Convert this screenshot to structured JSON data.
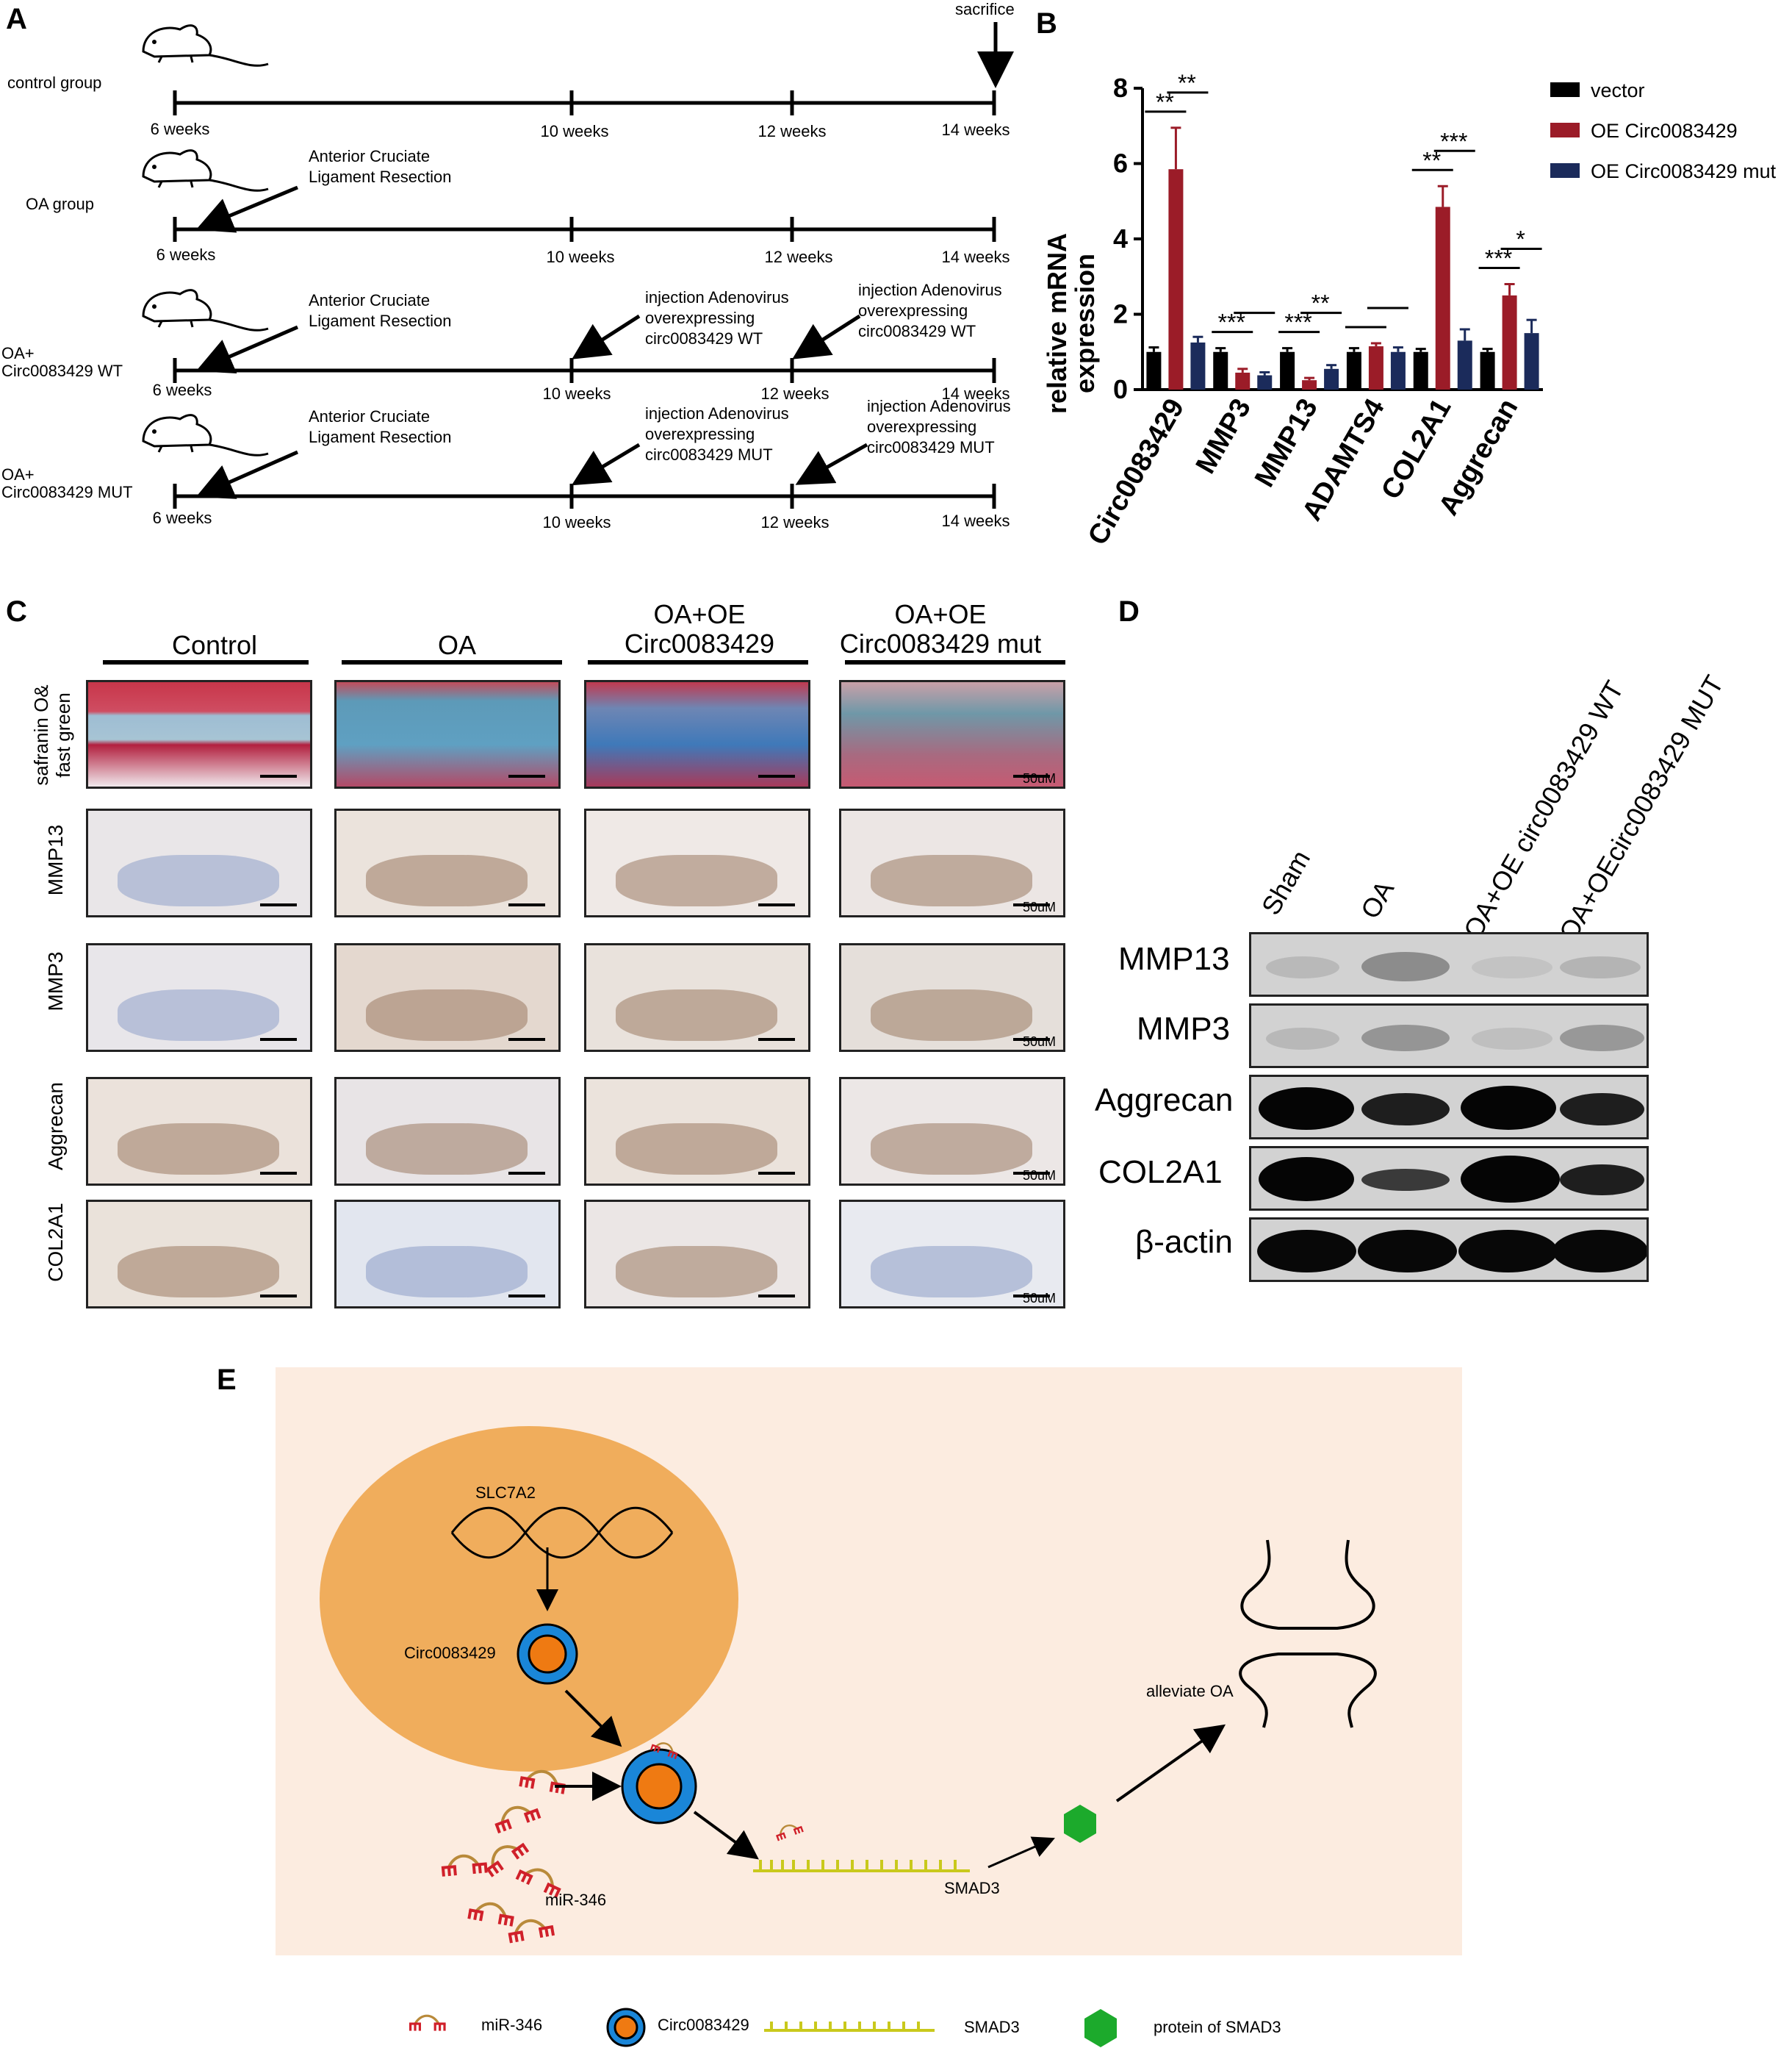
{
  "panels": {
    "a": "A",
    "b": "B",
    "c": "C",
    "d": "D",
    "e": "E"
  },
  "panel_a": {
    "sacrifice": "sacrifice",
    "groups": [
      {
        "name": "control group",
        "weeks": [
          "6 weeks",
          "10 weeks",
          "12 weeks",
          "14 weeks"
        ]
      },
      {
        "name": "OA group",
        "surgery": [
          "Anterior Cruciate",
          "Ligament Resection"
        ],
        "weeks": [
          "6 weeks",
          "10 weeks",
          "12 weeks",
          "14 weeks"
        ]
      },
      {
        "name": [
          "OA+",
          "Circ0083429 WT"
        ],
        "surgery": [
          "Anterior Cruciate",
          "Ligament Resection"
        ],
        "inj1": [
          "injection Adenovirus",
          "overexpressing",
          "circ0083429 WT"
        ],
        "inj2": [
          "injection Adenovirus",
          "overexpressing",
          "circ0083429 WT"
        ],
        "weeks": [
          "6 weeks",
          "10 weeks",
          "12 weeks",
          "14 weeks"
        ]
      },
      {
        "name": [
          "OA+",
          "Circ0083429 MUT"
        ],
        "surgery": [
          "Anterior Cruciate",
          "Ligament Resection"
        ],
        "inj1": [
          "injection Adenovirus",
          "overexpressing",
          "circ0083429 MUT"
        ],
        "inj2": [
          "injection Adenovirus",
          "overexpressing",
          "circ0083429 MUT"
        ],
        "weeks": [
          "6 weeks",
          "10 weeks",
          "12 weeks",
          "14 weeks"
        ]
      }
    ]
  },
  "chart_data": {
    "type": "bar",
    "title": "",
    "xlabel": "",
    "ylabel": "relative mRNA expression",
    "ylim": [
      0,
      8
    ],
    "yticks": [
      "0",
      "2",
      "4",
      "6",
      "8"
    ],
    "categories": [
      "Circ0083429",
      "MMP3",
      "MMP13",
      "ADAMTS4",
      "COL2A1",
      "Aggrecan"
    ],
    "series": [
      {
        "name": "vector",
        "color": "#000000",
        "values": [
          1.0,
          1.0,
          1.0,
          1.0,
          1.0,
          1.0
        ],
        "err": [
          0.12,
          0.1,
          0.1,
          0.1,
          0.08,
          0.08
        ]
      },
      {
        "name": "OE Circ0083429",
        "color": "#9b1c28",
        "values": [
          5.85,
          0.45,
          0.25,
          1.15,
          4.85,
          2.5
        ],
        "err": [
          1.1,
          0.1,
          0.06,
          0.08,
          0.55,
          0.3
        ]
      },
      {
        "name": "OE Circ0083429 mut",
        "color": "#1b2b5b",
        "values": [
          1.25,
          0.38,
          0.55,
          1.0,
          1.3,
          1.5
        ],
        "err": [
          0.15,
          0.08,
          0.1,
          0.12,
          0.3,
          0.35
        ]
      }
    ],
    "significance": [
      {
        "cat": 0,
        "pair": "vs",
        "label": "**"
      },
      {
        "cat": 0,
        "pair": "om",
        "label": "**"
      },
      {
        "cat": 1,
        "pair": "vs",
        "label": "***"
      },
      {
        "cat": 1,
        "pair": "om",
        "label": ""
      },
      {
        "cat": 2,
        "pair": "vs",
        "label": "***"
      },
      {
        "cat": 2,
        "pair": "om",
        "label": "**"
      },
      {
        "cat": 3,
        "pair": "vs",
        "label": ""
      },
      {
        "cat": 3,
        "pair": "om",
        "label": ""
      },
      {
        "cat": 4,
        "pair": "vs",
        "label": "**"
      },
      {
        "cat": 4,
        "pair": "om",
        "label": "***"
      },
      {
        "cat": 5,
        "pair": "vs",
        "label": "***"
      },
      {
        "cat": 5,
        "pair": "om",
        "label": "*"
      }
    ],
    "legend_position": "top-right"
  },
  "panel_c": {
    "columns": [
      [
        "Control"
      ],
      [
        "OA"
      ],
      [
        "OA+OE",
        "Circ0083429"
      ],
      [
        "OA+OE",
        "Circ0083429 mut"
      ]
    ],
    "rows": [
      [
        "safranin O&",
        "fast green"
      ],
      [
        "MMP13"
      ],
      [
        "MMP3"
      ],
      [
        "Aggrecan"
      ],
      [
        "COL2A1"
      ]
    ],
    "scale": "50uM"
  },
  "panel_d": {
    "lanes": [
      "Sham",
      "OA",
      "OA+OE circ0083429 WT",
      "OA+OEcirc0083429 MUT"
    ],
    "proteins": [
      "MMP13",
      "MMP3",
      "Aggrecan",
      "COL2A1",
      "β-actin"
    ]
  },
  "panel_e": {
    "gene": "SLC7A2",
    "circ": "Circ0083429",
    "mirna": "miR-346",
    "target": "SMAD3",
    "outcome": "alleviate OA",
    "legend": [
      "miR-346",
      "Circ0083429",
      "SMAD3",
      "protein of SMAD3"
    ]
  }
}
